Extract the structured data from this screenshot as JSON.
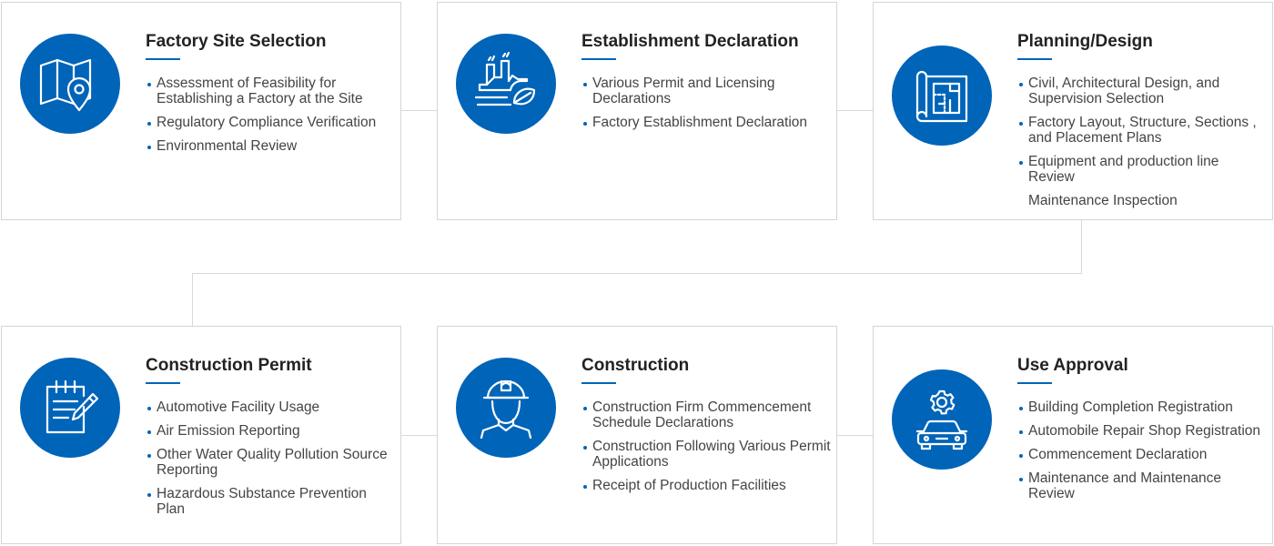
{
  "steps": [
    {
      "title": "Factory Site Selection",
      "icon": "map-location-icon",
      "items": [
        "Assessment of Feasibility for Establishing a Factory at the Site",
        "Regulatory Compliance Verification",
        "Environmental Review"
      ]
    },
    {
      "title": "Establishment Declaration",
      "icon": "factory-leaf-icon",
      "items": [
        "Various Permit and Licensing Declarations",
        "Factory Establishment Declaration"
      ]
    },
    {
      "title": "Planning/Design",
      "icon": "blueprint-icon",
      "items": [
        "Civil, Architectural Design, and Supervision Selection",
        "Factory Layout, Structure, Sections , and Placement Plans",
        "Equipment and production line Review",
        "Maintenance Inspection"
      ]
    },
    {
      "title": "Construction Permit",
      "icon": "notepad-pencil-icon",
      "items": [
        "Automotive Facility Usage",
        "Air Emission Reporting",
        "Other Water Quality Pollution Source Reporting",
        "Hazardous Substance Prevention Plan"
      ]
    },
    {
      "title": "Construction",
      "icon": "construction-worker-icon",
      "items": [
        "Construction Firm Commencement Schedule Declarations",
        "Construction Following Various Permit Applications",
        "Receipt of Production Facilities"
      ]
    },
    {
      "title": "Use Approval",
      "icon": "gear-car-icon",
      "items": [
        "Building Completion Registration",
        "Automobile Repair Shop Registration",
        "Commencement Declaration",
        "Maintenance and Maintenance Review"
      ]
    }
  ],
  "colors": {
    "accent": "#0064b8",
    "border": "#d5d5d5",
    "connector": "#d8d8d8",
    "title": "#222222",
    "text": "#444444"
  }
}
